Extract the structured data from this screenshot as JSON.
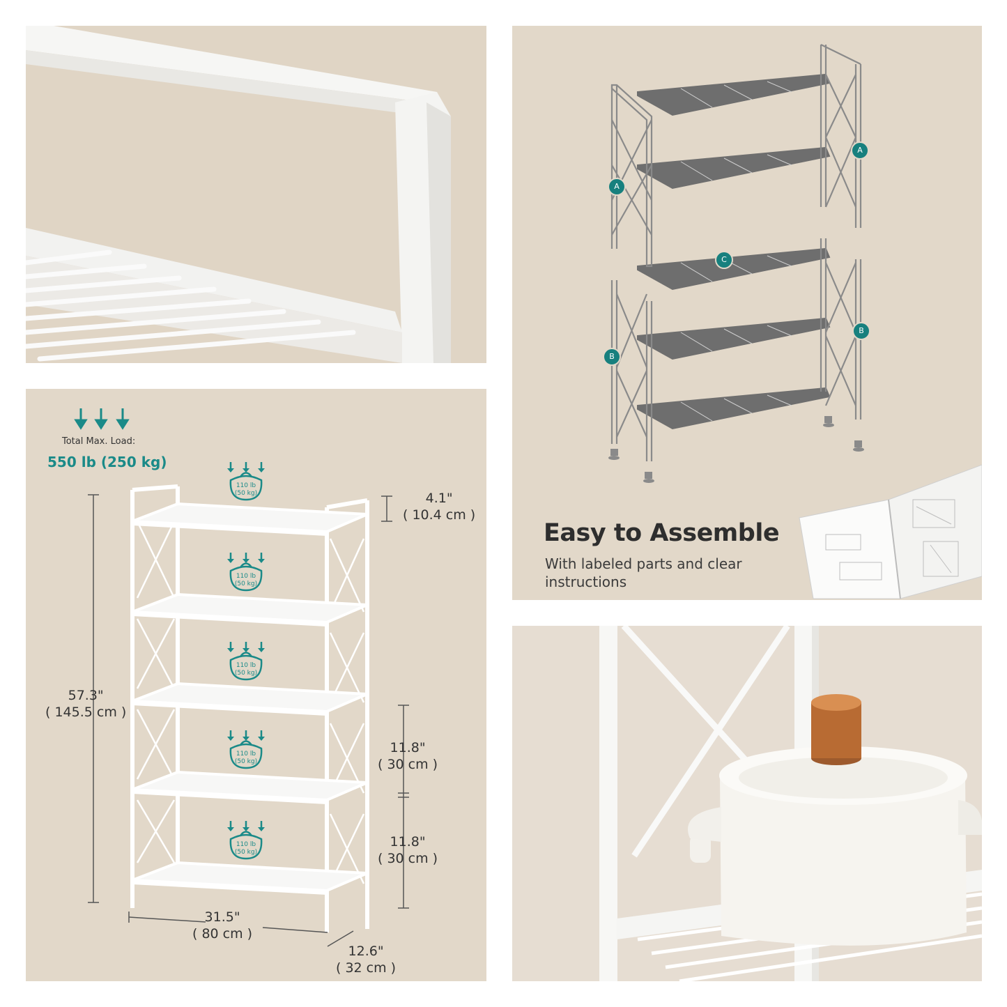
{
  "assembly": {
    "title": "Easy to Assemble",
    "subtitle": "With labeled parts and clear instructions",
    "part_labels": [
      "A",
      "A",
      "C",
      "B",
      "B"
    ]
  },
  "load": {
    "label": "Total Max. Load:",
    "value": "550 lb (250 kg)",
    "shelf_load_lb": "110 lb",
    "shelf_load_kg": "(50 kg)",
    "shelf_count": 5
  },
  "dimensions": {
    "height_in": "57.3\"",
    "height_cm": "( 145.5 cm )",
    "top_gap_in": "4.1\"",
    "top_gap_cm": "( 10.4 cm )",
    "shelf_gap1_in": "11.8\"",
    "shelf_gap1_cm": "( 30 cm )",
    "shelf_gap2_in": "11.8\"",
    "shelf_gap2_cm": "( 30 cm )",
    "width_in": "31.5\"",
    "width_cm": "( 80 cm )",
    "depth_in": "12.6\"",
    "depth_cm": "( 32 cm )"
  },
  "colors": {
    "background": "#e2d8c9",
    "accent": "#1a8a88",
    "frame": "#ffffff"
  }
}
